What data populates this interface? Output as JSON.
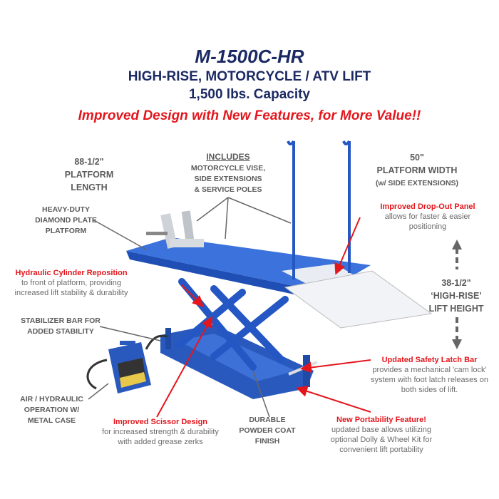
{
  "header": {
    "model": "M-1500C-HR",
    "product": "HIGH-RISE, MOTORCYCLE / ATV LIFT",
    "capacity": "1,500 lbs. Capacity",
    "tagline": "Improved Design with New Features, for More Value!!"
  },
  "specs": {
    "length": [
      "88-1/2\"",
      "PLATFORM",
      "LENGTH"
    ],
    "includes_title": "INCLUDES",
    "includes": [
      "MOTORCYCLE VISE,",
      "SIDE EXTENSIONS",
      "& SERVICE POLES"
    ],
    "width": [
      "50\"",
      "PLATFORM WIDTH",
      "(w/ SIDE EXTENSIONS)"
    ],
    "height": [
      "38-1/2\"",
      "‘HIGH-RISE’",
      "LIFT HEIGHT"
    ]
  },
  "callouts": {
    "diamond_plate": [
      "HEAVY-DUTY",
      "DIAMOND PLATE",
      "PLATFORM"
    ],
    "stabilizer": [
      "STABILIZER BAR FOR",
      "ADDED STABILITY"
    ],
    "air_hydraulic": [
      "AIR / HYDRAULIC",
      "OPERATION W/",
      "METAL CASE"
    ],
    "powder_coat": [
      "DURABLE",
      "POWDER COAT",
      "FINISH"
    ],
    "hydraulic_cylinder": {
      "title": "Hydraulic Cylinder Reposition",
      "lines": [
        "to front of platform, providing",
        "increased lift stability & durability"
      ]
    },
    "drop_out": {
      "title": "Improved Drop-Out Panel",
      "lines": [
        "allows for faster & easier",
        "positioning"
      ]
    },
    "safety_latch": {
      "title": "Updated Safety Latch Bar",
      "lines": [
        "provides a mechanical 'cam lock'",
        "system with foot latch releases on",
        "both sides of lift."
      ]
    },
    "scissor": {
      "title": "Improved Scissor Design",
      "lines": [
        "for increased strength & durability",
        "with added grease zerks"
      ]
    },
    "portability": {
      "title": "New Portability Feature!",
      "lines": [
        "updated base allows utilizing",
        "optional Dolly & Wheel Kit for",
        "convenient lift portability"
      ]
    }
  },
  "colors": {
    "navy": "#1c2a63",
    "red": "#e3161c",
    "lift_blue": "#2f63cf",
    "gray": "#5b5b5b"
  }
}
